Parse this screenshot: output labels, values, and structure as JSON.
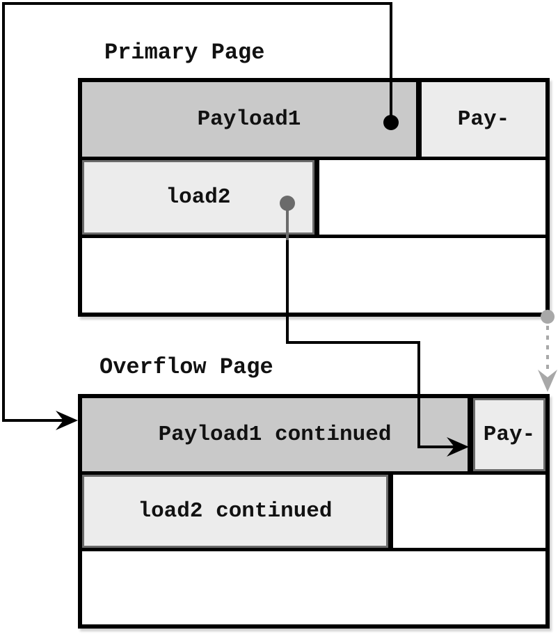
{
  "colors": {
    "dark_fill": "#c9c9c9",
    "light_fill": "#ececec",
    "outline": "#000000",
    "inner_gray": "#6b6b6b",
    "dashed_gray": "#a8a8a8",
    "text": "#111111"
  },
  "primary": {
    "title": "Primary Page",
    "payload1_label": "Payload1",
    "pay_fragment_label": "Pay-",
    "load2_label": "load2"
  },
  "overflow": {
    "title": "Overflow Page",
    "payload1_label": "Payload1 continued",
    "pay_fragment_label": "Pay-",
    "load2_label": "load2 continued"
  },
  "connectors": [
    {
      "name": "payload1-overflow-pointer",
      "style": "solid-black",
      "from": "Payload1 dot on primary page",
      "to": "Payload1 continued on overflow page"
    },
    {
      "name": "load2-overflow-pointer",
      "style": "solid-black",
      "from": "load2 dot on primary page",
      "to": "Pay- fragment on overflow page"
    },
    {
      "name": "primary-to-overflow-page-link",
      "style": "dashed-gray",
      "from": "primary page bottom-right corner",
      "to": "overflow page top-right corner"
    }
  ]
}
